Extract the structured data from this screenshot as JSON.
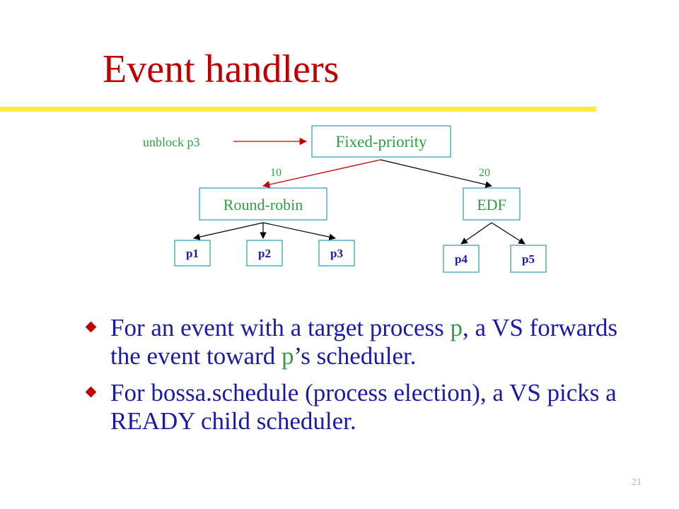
{
  "title": "Event handlers",
  "diagram": {
    "event_label": "unblock p3",
    "root": "Fixed-priority",
    "weights": [
      "10",
      "20"
    ],
    "children": [
      "Round-robin",
      "EDF"
    ],
    "rr_leaves": [
      "p1",
      "p2",
      "p3"
    ],
    "edf_leaves": [
      "p4",
      "p5"
    ]
  },
  "bullets": [
    {
      "parts": [
        "For an event with a target process ",
        "p",
        ", a VS forwards the event toward ",
        "p",
        "’s scheduler."
      ]
    },
    {
      "text": "For bossa.schedule (process election), a VS picks a READY child scheduler."
    }
  ],
  "page_number": "21",
  "colors": {
    "title": "#c00000",
    "rule": "#ffeb3b",
    "node_border": "#2a9db0",
    "node_text": "#2e9e44",
    "leaf_text": "#1a1aa8",
    "body_text": "#1a1aa8",
    "event_arrow": "#c00000"
  }
}
